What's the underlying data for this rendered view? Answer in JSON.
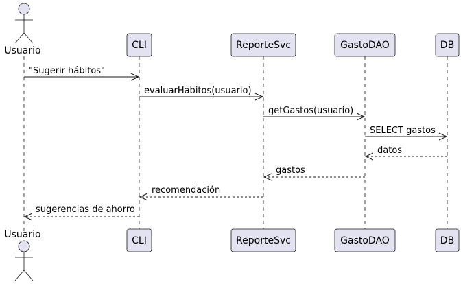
{
  "participants": [
    {
      "id": "usuario",
      "kind": "actor",
      "label": "Usuario"
    },
    {
      "id": "cli",
      "kind": "box",
      "label": "CLI"
    },
    {
      "id": "reportesvc",
      "kind": "box",
      "label": "ReporteSvc"
    },
    {
      "id": "gastodao",
      "kind": "box",
      "label": "GastoDAO"
    },
    {
      "id": "db",
      "kind": "box",
      "label": "DB"
    }
  ],
  "messages": [
    {
      "from": "usuario",
      "to": "cli",
      "label": "\"Sugerir hábitos\"",
      "style": "solid"
    },
    {
      "from": "cli",
      "to": "reportesvc",
      "label": "evaluarHabitos(usuario)",
      "style": "solid"
    },
    {
      "from": "reportesvc",
      "to": "gastodao",
      "label": "getGastos(usuario)",
      "style": "solid"
    },
    {
      "from": "gastodao",
      "to": "db",
      "label": "SELECT gastos",
      "style": "solid"
    },
    {
      "from": "db",
      "to": "gastodao",
      "label": "datos",
      "style": "dashed"
    },
    {
      "from": "gastodao",
      "to": "reportesvc",
      "label": "gastos",
      "style": "dashed"
    },
    {
      "from": "reportesvc",
      "to": "cli",
      "label": "recomendación",
      "style": "dashed"
    },
    {
      "from": "cli",
      "to": "usuario",
      "label": "sugerencias de ahorro",
      "style": "dashed"
    }
  ],
  "colors": {
    "participant_fill": "#E2E2F0",
    "participant_stroke": "#181818",
    "lifeline": "#181818",
    "arrow": "#181818"
  }
}
